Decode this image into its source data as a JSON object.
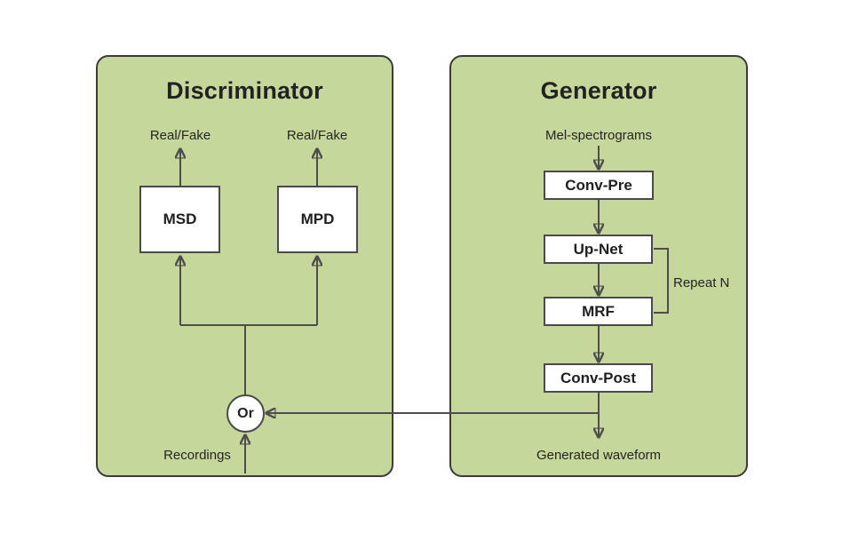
{
  "colors": {
    "panel_fill": "#c6d79b",
    "panel_border": "#3b3b3b",
    "node_fill": "#ffffff",
    "node_border": "#4a4a4a",
    "line": "#4d4d4d",
    "text": "#1f1f1f",
    "background": "#ffffff"
  },
  "discriminator": {
    "title": "Discriminator",
    "output_left_label": "Real/Fake",
    "output_right_label": "Real/Fake",
    "nodes": {
      "msd": "MSD",
      "mpd": "MPD"
    },
    "or_label": "Or",
    "input_label": "Recordings"
  },
  "generator": {
    "title": "Generator",
    "input_label": "Mel-spectrograms",
    "nodes": {
      "conv_pre": "Conv-Pre",
      "up_net": "Up-Net",
      "mrf": "MRF",
      "conv_post": "Conv-Post"
    },
    "repeat_label": "Repeat N",
    "output_label": "Generated waveform"
  }
}
